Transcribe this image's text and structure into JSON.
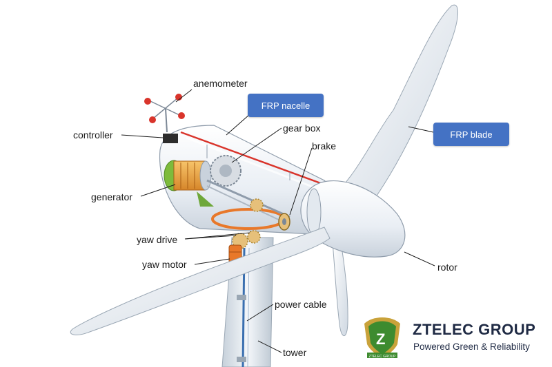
{
  "labels": {
    "anemometer": "anemometer",
    "controller": "controller",
    "gear_box": "gear box",
    "brake": "brake",
    "generator": "generator",
    "yaw_drive": "yaw drive",
    "yaw_motor": "yaw motor",
    "rotor": "rotor",
    "power_cable": "power cable",
    "tower": "tower"
  },
  "callouts": {
    "frp_nacelle": "FRP nacelle",
    "frp_blade": "FRP blade"
  },
  "logo": {
    "name": "ZTELEC GROUP",
    "tagline": "Powered Green & Reliability",
    "emblem_text": "ZTELEC GROUP"
  },
  "colors": {
    "callout_bg": "#4472c4",
    "accent_red": "#d9342b",
    "logo_green": "#3d8b2f",
    "logo_gold": "#c9a23a"
  }
}
